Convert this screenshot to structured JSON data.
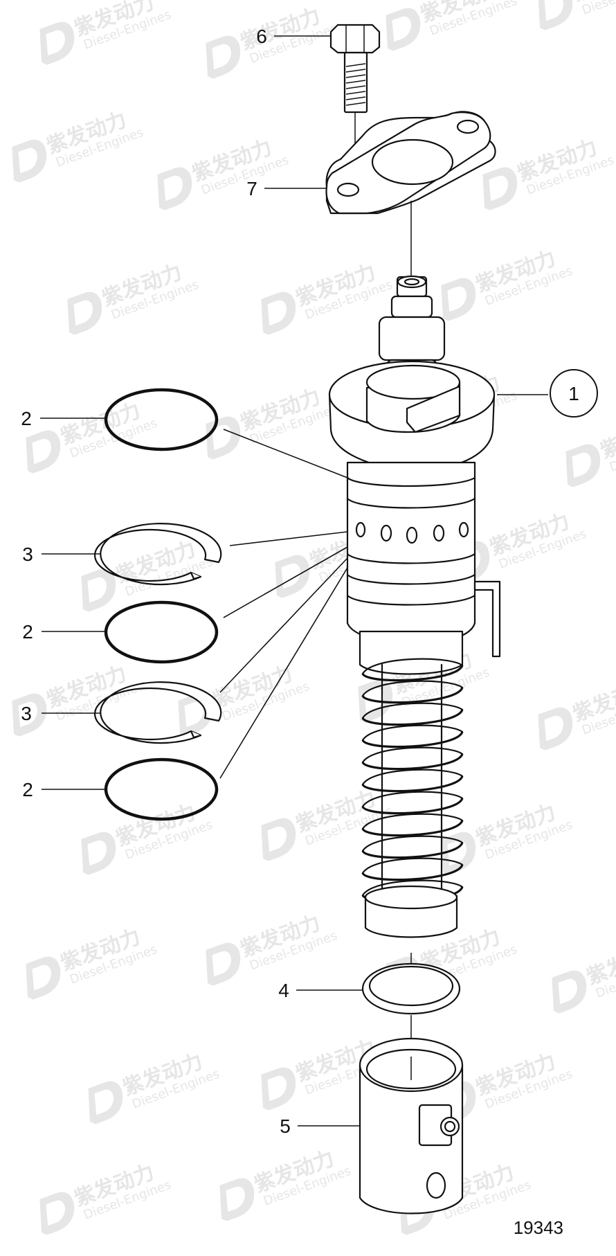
{
  "diagram": {
    "callouts": [
      {
        "id": "label-6",
        "text": "6"
      },
      {
        "id": "label-7",
        "text": "7"
      },
      {
        "id": "label-1",
        "text": "1"
      },
      {
        "id": "label-2a",
        "text": "2"
      },
      {
        "id": "label-3a",
        "text": "3"
      },
      {
        "id": "label-2b",
        "text": "2"
      },
      {
        "id": "label-3b",
        "text": "3"
      },
      {
        "id": "label-2c",
        "text": "2"
      },
      {
        "id": "label-4",
        "text": "4"
      },
      {
        "id": "label-5",
        "text": "5"
      }
    ],
    "figure_number": "19343"
  },
  "watermark": {
    "brand_cn": "紫发动力",
    "brand_en": "Diesel-Engines",
    "color": "#e6e6e6"
  }
}
